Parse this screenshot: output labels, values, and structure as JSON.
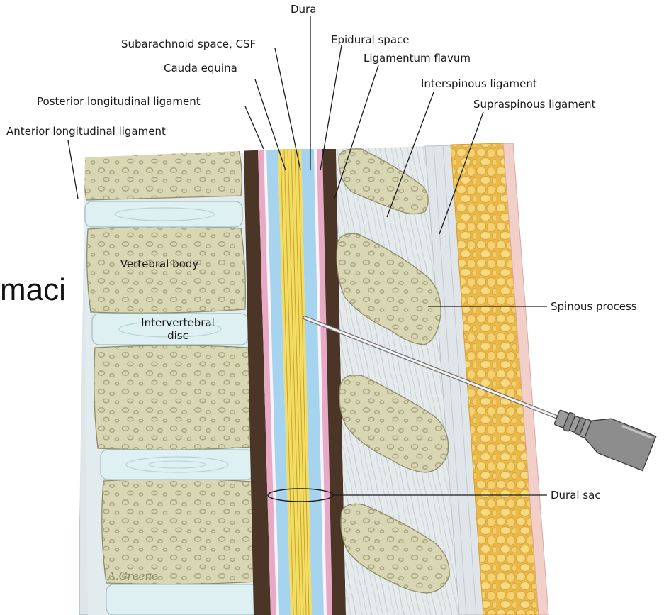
{
  "slide_fragment": "maci",
  "labels": {
    "dura": "Dura",
    "subarachnoid": "Subarachnoid space, CSF",
    "epidural": "Epidural space",
    "cauda_equina": "Cauda equina",
    "ligamentum_flavum": "Ligamentum flavum",
    "interspinous": "Interspinous ligament",
    "posterior_longitudinal": "Posterior longitudinal ligament",
    "supraspinous": "Supraspinous ligament",
    "anterior_longitudinal": "Anterior longitudinal ligament",
    "vertebral_body": "Vertebral body",
    "intervertebral_disc_1": "Intervertebral",
    "intervertebral_disc_2": "disc",
    "spinous_process": "Spinous process",
    "dural_sac": "Dural sac"
  },
  "signature": "A.Greene",
  "colors": {
    "bone": "#d9d6b4",
    "bone_spot": "#aaa784",
    "disc": "#dff0f2",
    "ligament": "#e6ecee",
    "flavum": "#4b3526",
    "csf": "#a6d4ee",
    "nerve": "#f2dc63",
    "pia": "#e7a9c5",
    "fat": "#f0c965",
    "skin": "#f3cfc9"
  }
}
